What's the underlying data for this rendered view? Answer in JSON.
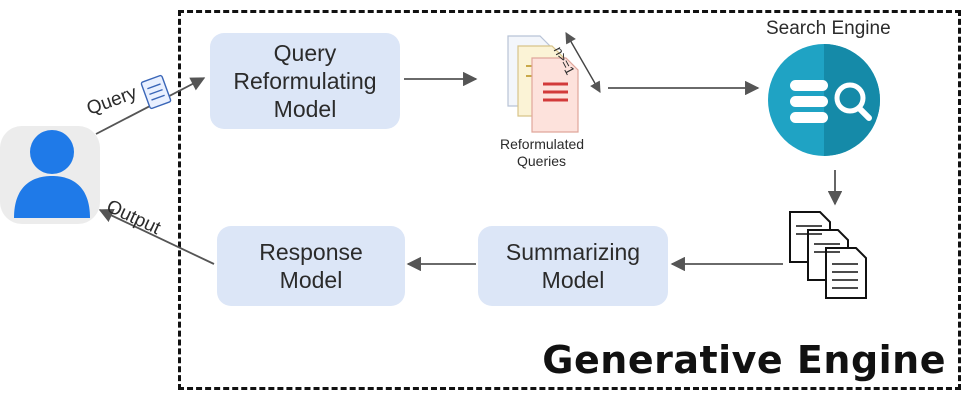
{
  "engine": {
    "title": "Generative Engine"
  },
  "nodes": {
    "query_reformulating": {
      "line1": "Query",
      "line2": "Reformulating",
      "line3": "Model"
    },
    "search_engine": {
      "label": "Search Engine"
    },
    "summarizing": {
      "line1": "Summarizing",
      "line2": "Model"
    },
    "response": {
      "line1": "Response",
      "line2": "Model"
    },
    "reformulated_queries": {
      "line1": "Reformulated",
      "line2": "Queries",
      "count_label": "n>=1"
    }
  },
  "edges": {
    "query_label": "Query",
    "output_label": "Output"
  },
  "colors": {
    "box_fill": "#dce6f7",
    "user_icon": "#1f7ae8",
    "search_teal": "#1fa3c4",
    "search_dark": "#147e9c",
    "arrow": "#555555"
  }
}
